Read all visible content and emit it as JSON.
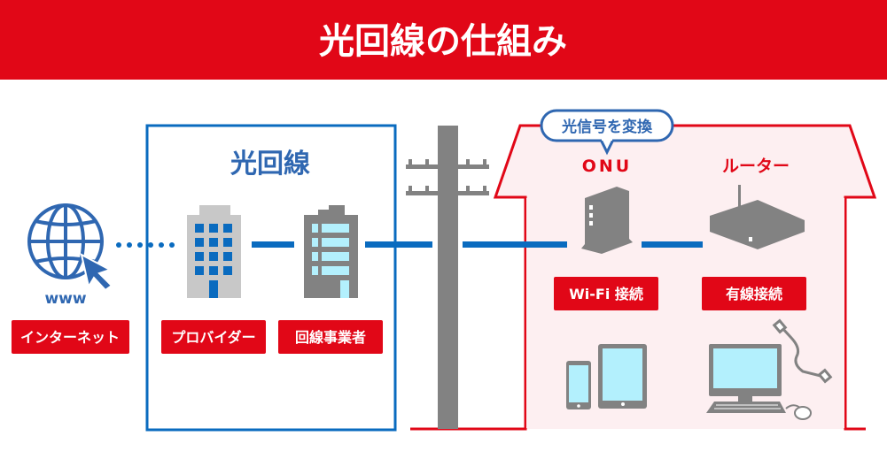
{
  "title": "光回線の仕組み",
  "colors": {
    "red": "#e10717",
    "blue": "#0a6bbf",
    "gray": "#828282",
    "light_blue": "#b3f0fd",
    "pink": "#fdeff1"
  },
  "internet": {
    "www": "www",
    "label": "インターネット"
  },
  "fiber_group": {
    "title": "光回線",
    "provider": "プロバイダー",
    "carrier": "回線事業者"
  },
  "home": {
    "bubble": "光信号を変換",
    "onu": "ONU",
    "router": "ルーター",
    "wifi": "Wi-Fi 接続",
    "wired": "有線接続"
  }
}
